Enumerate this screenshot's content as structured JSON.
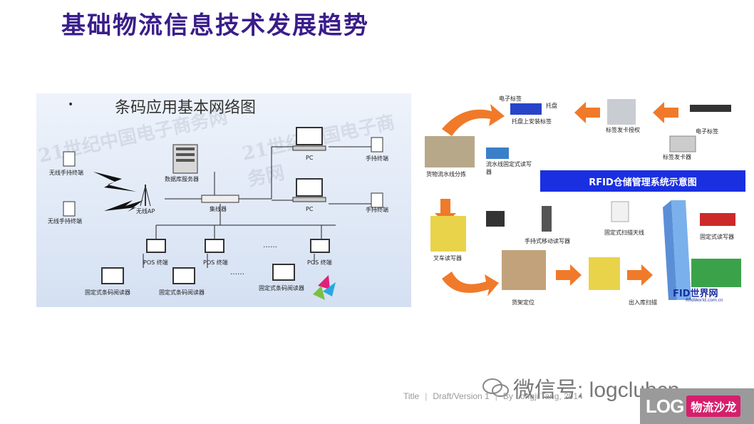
{
  "slide": {
    "title": "基础物流信息技术发展趋势"
  },
  "left_figure": {
    "bullet": "•",
    "title": "条码应用基本网络图",
    "labels": {
      "wireless_handheld_1": "无线手持终端",
      "wireless_handheld_2": "无线手持终端",
      "wireless_ap": "无线AP",
      "db_server": "数据库服务器",
      "hub": "集线器",
      "pc_1": "PC",
      "pc_2": "PC",
      "handheld_1": "手持终端",
      "handheld_2": "手持终端",
      "pos_1": "POS 终端",
      "pos_2": "POS 终端",
      "pos_3": "POS 终端",
      "reader_1": "固定式条码阅读器",
      "reader_2": "固定式条码阅读器",
      "reader_3": "固定式条码阅读器",
      "dots_1": "……",
      "dots_2": "……"
    },
    "watermarks": [
      "21世纪中国电子商务网",
      "21世纪中国电子商务网"
    ]
  },
  "right_figure": {
    "banner": "RFID仓储管理系统示意图",
    "labels": {
      "e_tag_1": "电子标签",
      "pallet": "托盘",
      "tag_on_pallet": "托盘上安装标签",
      "tag_issuer_auth": "标签发卡授权",
      "e_tag_2": "电子标签",
      "tag_issuer": "标签发卡器",
      "conveyor_sort": "货物流水线分拣",
      "conveyor_reader": "流水线固定式读写器",
      "handheld_reader": "手持式移动读写器",
      "fixed_antenna": "固定式扫描天线",
      "fixed_reader": "固定式读写器",
      "forklift_reader": "叉车读写器",
      "shelf_position": "货架定位",
      "gate": "出入库扫描",
      "rfid_logo": "FID世界网",
      "rfid_logo_sub": "RfidWorld.com.cn"
    }
  },
  "footer": {
    "title": "Title",
    "version": "Draft/Version 1",
    "author": "By Longji Tang, 2014"
  },
  "wechat": {
    "text": "微信号: logclubcn"
  },
  "logo": {
    "latin": "LOG",
    "cn": "物流沙龙"
  },
  "colors": {
    "title": "#3a1d8a",
    "banner": "#1a2fe0",
    "arrow": "#f07a2a",
    "logo_pink": "#d61f6c"
  }
}
